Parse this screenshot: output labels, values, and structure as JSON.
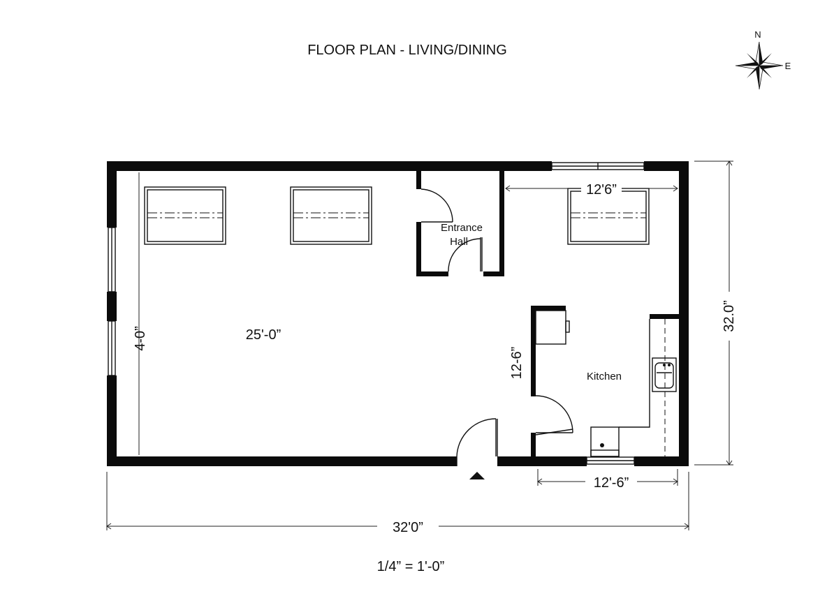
{
  "title": "FLOOR PLAN - LIVING/DINING",
  "compass": {
    "north": "N",
    "east": "E"
  },
  "rooms": {
    "entrance": [
      "Entrance",
      "Hall"
    ],
    "kitchen": "Kitchen"
  },
  "dimensions": {
    "overall_width": "32'0”",
    "overall_depth": "32.0”",
    "kitchen_width_top": "12'6”",
    "kitchen_width_bottom": "12'-6”",
    "kitchen_depth": "12-6”",
    "living_width": "25'-0”",
    "living_depth": "4-0”"
  },
  "scale": "1/4” = 1'-0”"
}
